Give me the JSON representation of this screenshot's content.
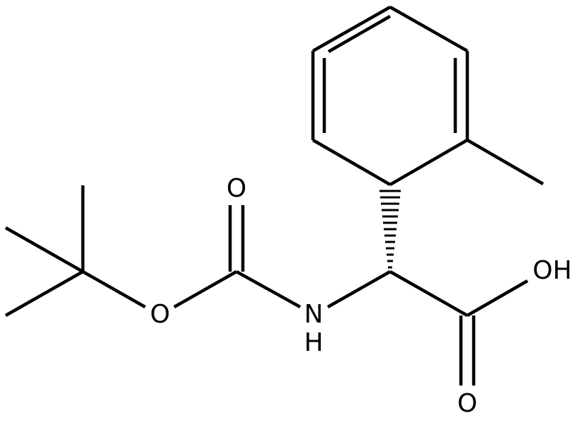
{
  "molecule": {
    "atom_labels": {
      "carbonyl_o_boc": "O",
      "ester_o": "O",
      "amide_n": "N",
      "amide_h": "H",
      "acid_oh": "OH",
      "acid_o": "O"
    }
  }
}
